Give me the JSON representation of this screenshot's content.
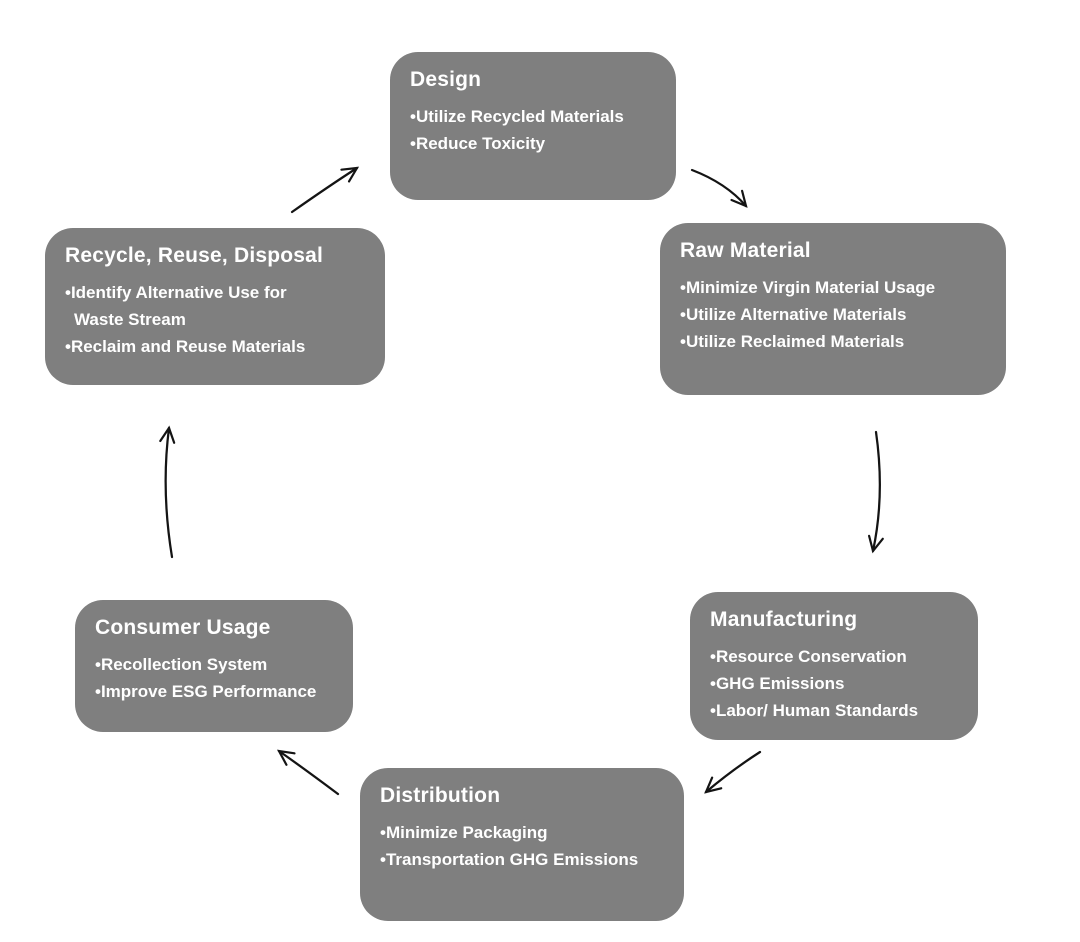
{
  "diagram": {
    "type": "cycle-flow",
    "colors": {
      "node_fill": "#7f7f7f",
      "node_text": "#ffffff",
      "arrow": "#141414",
      "background": "#ffffff"
    },
    "nodes": [
      {
        "id": "design",
        "title": "Design",
        "items": [
          "Utilize Recycled Materials",
          "Reduce Toxicity"
        ]
      },
      {
        "id": "raw-material",
        "title": "Raw Material",
        "items": [
          "Minimize Virgin Material Usage",
          "Utilize Alternative Materials",
          "Utilize Reclaimed Materials"
        ]
      },
      {
        "id": "manufacturing",
        "title": "Manufacturing",
        "items": [
          "Resource Conservation",
          "GHG Emissions",
          "Labor/ Human Standards"
        ]
      },
      {
        "id": "distribution",
        "title": "Distribution",
        "items": [
          "Minimize Packaging",
          "Transportation GHG Emissions"
        ]
      },
      {
        "id": "consumer-usage",
        "title": "Consumer Usage",
        "items": [
          "Recollection System",
          "Improve ESG Performance"
        ]
      },
      {
        "id": "recycle-reuse-disposal",
        "title": "Recycle, Reuse, Disposal",
        "items": [
          "Identify Alternative Use for Waste Stream",
          "Reclaim and Reuse Materials"
        ]
      }
    ],
    "arrows": [
      {
        "from": "design",
        "to": "raw-material"
      },
      {
        "from": "raw-material",
        "to": "manufacturing"
      },
      {
        "from": "manufacturing",
        "to": "distribution"
      },
      {
        "from": "distribution",
        "to": "consumer-usage"
      },
      {
        "from": "consumer-usage",
        "to": "recycle-reuse-disposal"
      },
      {
        "from": "recycle-reuse-disposal",
        "to": "design"
      }
    ]
  }
}
